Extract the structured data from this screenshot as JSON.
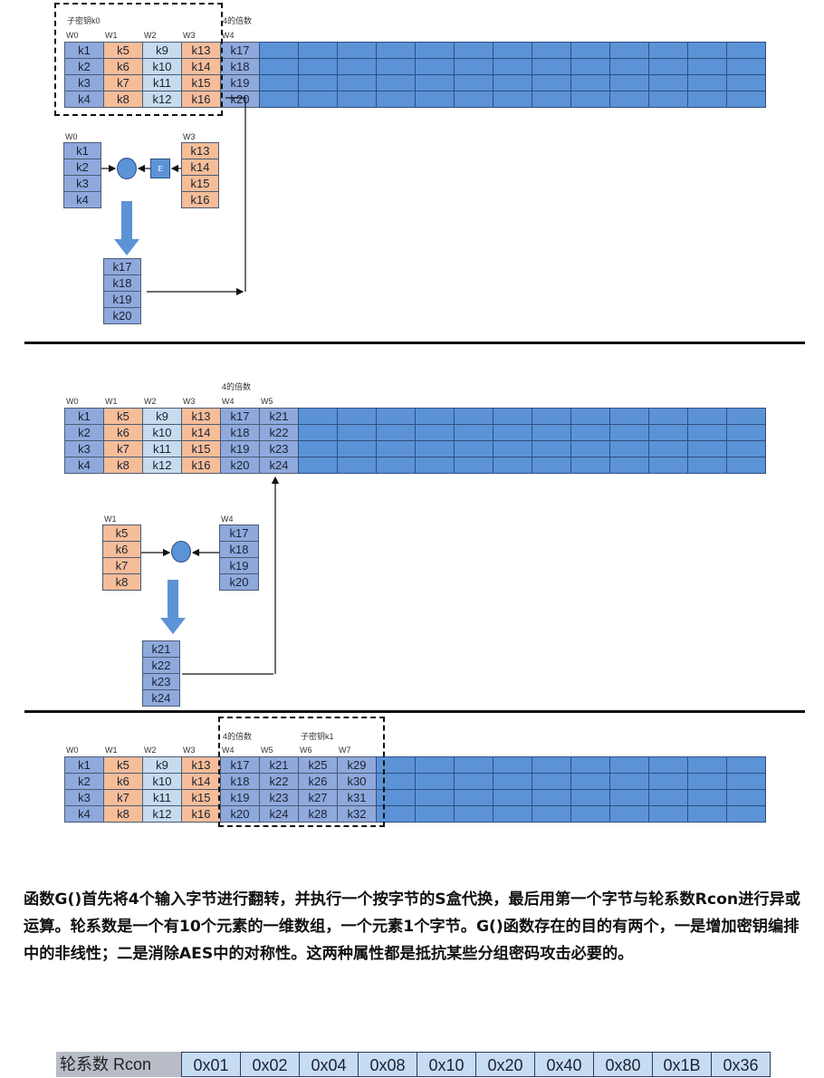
{
  "section1": {
    "subkey_label": "子密钥k0",
    "multiple_label": "4的倍数",
    "col_labels": [
      "W0",
      "W1",
      "W2",
      "W3",
      "W4"
    ],
    "grid": [
      [
        "k1",
        "k5",
        "k9",
        "k13",
        "k17"
      ],
      [
        "k2",
        "k6",
        "k10",
        "k14",
        "k18"
      ],
      [
        "k3",
        "k7",
        "k11",
        "k15",
        "k19"
      ],
      [
        "k4",
        "k8",
        "k12",
        "k16",
        "k20"
      ]
    ],
    "left_label": "W0",
    "left_col": [
      "k1",
      "k2",
      "k3",
      "k4"
    ],
    "right_label": "W3",
    "right_col": [
      "k13",
      "k14",
      "k15",
      "k16"
    ],
    "e_label": "E",
    "result_col": [
      "k17",
      "k18",
      "k19",
      "k20"
    ]
  },
  "section2": {
    "multiple_label": "4的倍数",
    "col_labels": [
      "W0",
      "W1",
      "W2",
      "W3",
      "W4",
      "W5"
    ],
    "grid": [
      [
        "k1",
        "k5",
        "k9",
        "k13",
        "k17",
        "k21"
      ],
      [
        "k2",
        "k6",
        "k10",
        "k14",
        "k18",
        "k22"
      ],
      [
        "k3",
        "k7",
        "k11",
        "k15",
        "k19",
        "k23"
      ],
      [
        "k4",
        "k8",
        "k12",
        "k16",
        "k20",
        "k24"
      ]
    ],
    "left_label": "W1",
    "left_col": [
      "k5",
      "k6",
      "k7",
      "k8"
    ],
    "right_label": "W4",
    "right_col": [
      "k17",
      "k18",
      "k19",
      "k20"
    ],
    "result_col": [
      "k21",
      "k22",
      "k23",
      "k24"
    ]
  },
  "section3": {
    "multiple_label": "4的倍数",
    "subkey_label": "子密钥k1",
    "col_labels": [
      "W0",
      "W1",
      "W2",
      "W3",
      "W4",
      "W5",
      "W6",
      "W7"
    ],
    "grid": [
      [
        "k1",
        "k5",
        "k9",
        "k13",
        "k17",
        "k21",
        "k25",
        "k29"
      ],
      [
        "k2",
        "k6",
        "k10",
        "k14",
        "k18",
        "k22",
        "k26",
        "k30"
      ],
      [
        "k3",
        "k7",
        "k11",
        "k15",
        "k19",
        "k23",
        "k27",
        "k31"
      ],
      [
        "k4",
        "k8",
        "k12",
        "k16",
        "k20",
        "k24",
        "k28",
        "k32"
      ]
    ]
  },
  "paragraph": "函数G()首先将4个输入字节进行翻转，并执行一个按字节的S盒代换，最后用第一个字节与轮系数Rcon进行异或运算。轮系数是一个有10个元素的一维数组，一个元素1个字节。G()函数存在的目的有两个，一是增加密钥编排中的非线性；二是消除AES中的对称性。这两种属性都是抵抗某些分组密码攻击必要的。",
  "rcon": {
    "label": "轮系数 Rcon",
    "values": [
      "0x01",
      "0x02",
      "0x04",
      "0x08",
      "0x10",
      "0x20",
      "0x40",
      "0x80",
      "0x1B",
      "0x36"
    ]
  },
  "colors": {
    "w_blue": "#8fa9dd",
    "w_orange": "#f6bd99",
    "w_light": "#c6dcee",
    "empty": "#5b93d6"
  }
}
